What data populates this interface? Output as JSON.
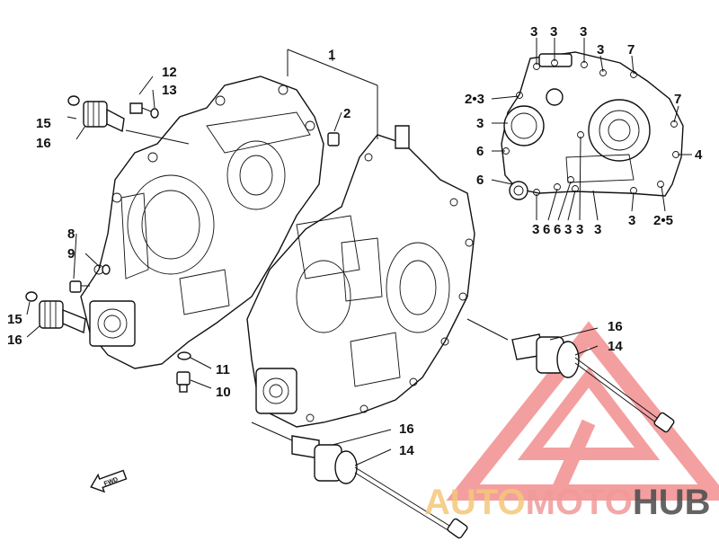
{
  "callouts": {
    "c1": "1",
    "c2": "2",
    "c4": "4",
    "c8": "8",
    "c9": "9",
    "c10": "10",
    "c11": "11",
    "c12": "12",
    "c13": "13",
    "c15a": "15",
    "c16a": "16",
    "c15b": "15",
    "c16b": "16",
    "c16c": "16",
    "c14c": "14",
    "c16d": "16",
    "c14d": "14",
    "cover_top": [
      "3",
      "3",
      "3",
      "3",
      "7"
    ],
    "cover_left": [
      "2•3",
      "3",
      "6",
      "6"
    ],
    "cover_right": [
      "7"
    ],
    "cover_bottom": [
      "3",
      "6",
      "6",
      "3",
      "3",
      "3",
      "3",
      "2•5"
    ]
  },
  "arrow_label": "FWD",
  "watermark": {
    "part1": "AUTO",
    "part2": "MOTO",
    "part3": "HUB",
    "color_light": "#f5c77a",
    "color_pink": "#f29a9a",
    "color_dark": "#4a4a4a",
    "triangle_color": "#f08080"
  }
}
